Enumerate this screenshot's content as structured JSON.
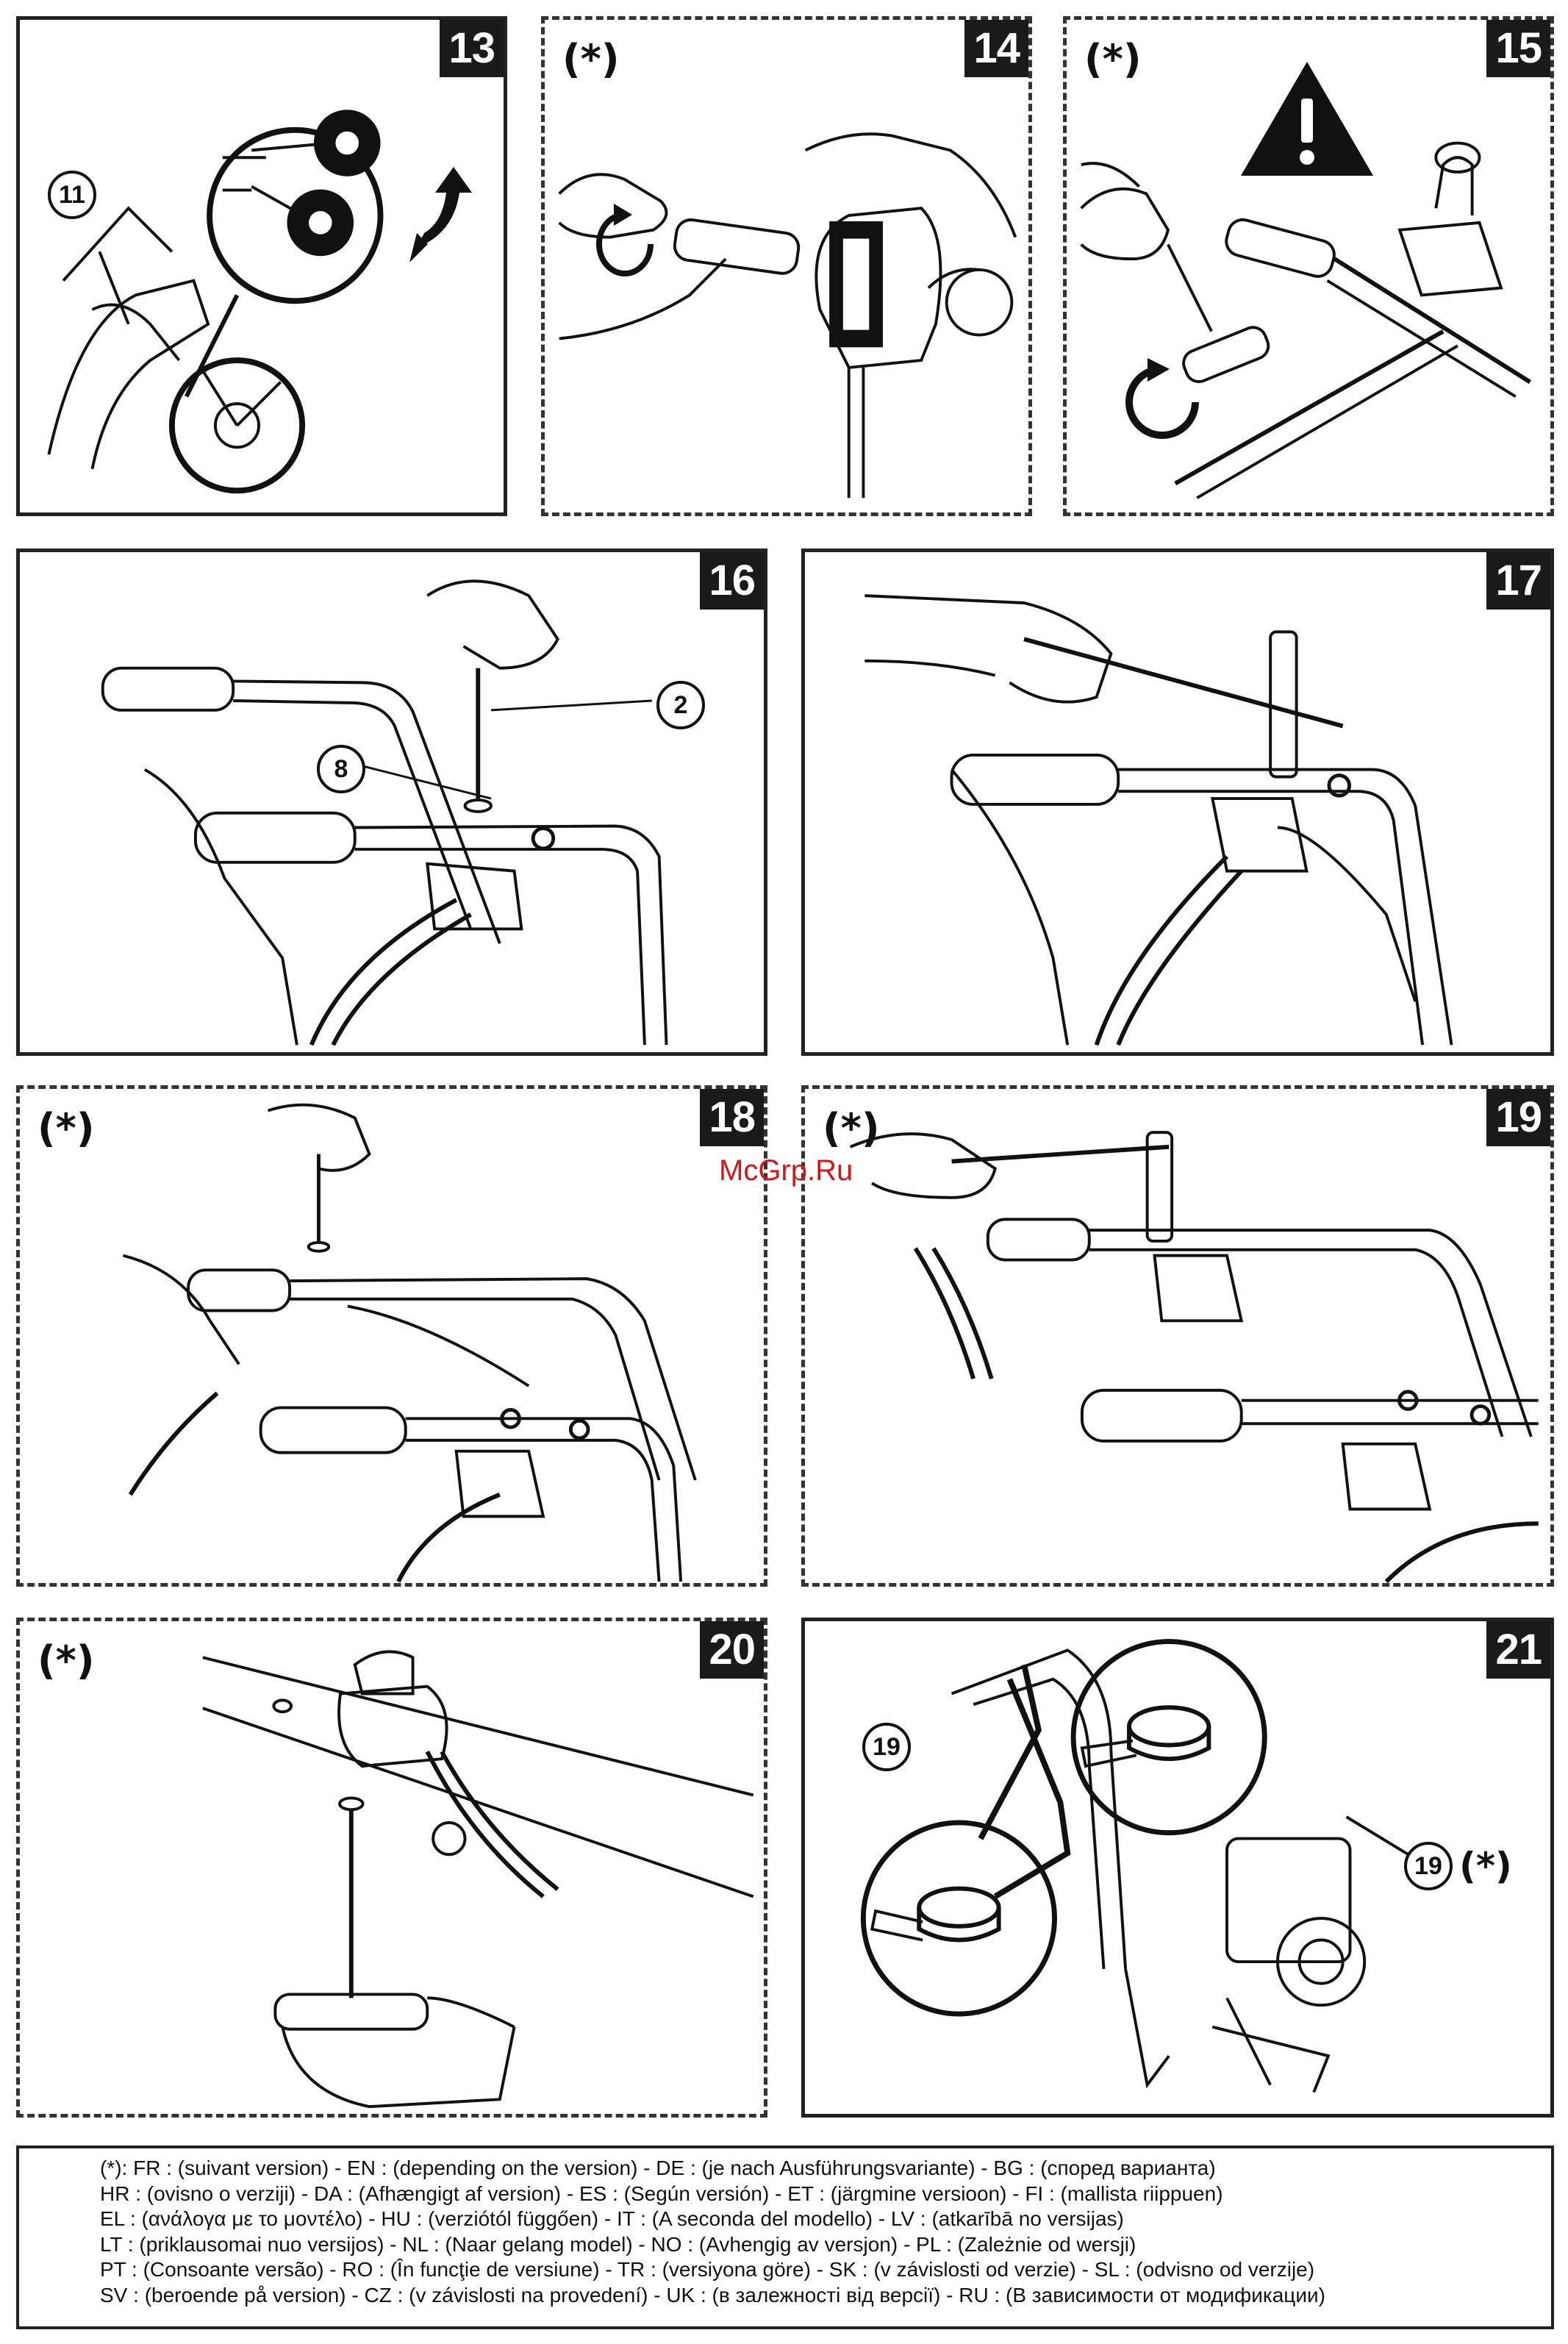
{
  "panels": [
    {
      "number": "13",
      "version_mark": "",
      "callouts": [
        "11"
      ]
    },
    {
      "number": "14",
      "version_mark": "(*)",
      "callouts": []
    },
    {
      "number": "15",
      "version_mark": "(*)",
      "callouts": []
    },
    {
      "number": "16",
      "version_mark": "",
      "callouts": [
        "2",
        "8"
      ]
    },
    {
      "number": "17",
      "version_mark": "",
      "callouts": []
    },
    {
      "number": "18",
      "version_mark": "(*)",
      "callouts": []
    },
    {
      "number": "19",
      "version_mark": "(*)",
      "callouts": []
    },
    {
      "number": "20",
      "version_mark": "(*)",
      "callouts": []
    },
    {
      "number": "21",
      "version_mark": "",
      "callouts": [
        "19",
        "19"
      ],
      "callout_suffix": "(*)"
    }
  ],
  "watermark": "McGrp.Ru",
  "icons": {
    "warning": "warning-triangle-icon",
    "rotate": "rotate-arrow-icon",
    "swap": "swap-arrows-icon"
  },
  "legend": [
    "(*): FR : (suivant version) - EN : (depending on the version) - DE : (je nach Ausführungsvariante) - BG : (според варианта)",
    "HR : (ovisno o verziji) - DA : (Afhængigt af version) - ES : (Según versión) - ET : (järgmine versioon) - FI : (mallista riippuen)",
    "EL : (ανάλογα με το μοντέλο) - HU : (verziótól függően) - IT : (A seconda del modello) - LV : (atkarībā no versijas)",
    "LT : (priklausomai nuo versijos) - NL : (Naar gelang model) - NO : (Avhengig av versjon) - PL : (Zależnie od wersji)",
    "PT : (Consoante versão) - RO : (În funcţie de versiune) - TR : (versiyona göre) - SK : (v závislosti od verzie) - SL : (odvisno od verzije)",
    "SV : (beroende på version) - CZ : (v závislosti na provedení) - UK : (в залежності від версії) - RU : (В зависимости от модификации)"
  ]
}
